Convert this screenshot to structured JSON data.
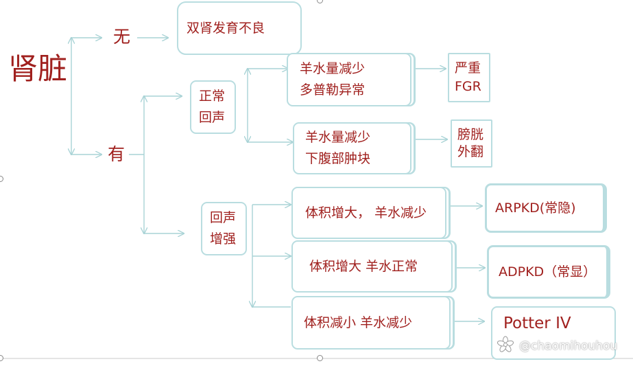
{
  "colors": {
    "text": "#a0201e",
    "border": "#b9dde0",
    "line": "#a9d3d6"
  },
  "root": "肾脏",
  "branches": {
    "none": "无",
    "has": "有"
  },
  "nodes": {
    "bilateral_agenesis": "双肾发育不良",
    "normal_echo": [
      "正常",
      "回声"
    ],
    "enhanced_echo": [
      "回声",
      "增强"
    ],
    "oligo_doppler": [
      "羊水量减少",
      "多普勒异常"
    ],
    "severe_fgr": [
      "严重",
      "FGR"
    ],
    "oligo_mass": [
      "羊水量减少",
      "下腹部肿块"
    ],
    "bladder_exstrophy": [
      "膀胱",
      "外翻"
    ],
    "enlarged_oligo": "体积增大，  羊水减少",
    "arpkd": "ARPKD(常隐)",
    "enlarged_normal": "体积增大   羊水正常",
    "adpkd": "ADPKD（常显）",
    "reduced_oligo": "体积减小 羊水减少",
    "potter": "Potter IV"
  },
  "watermark": "@chaomihouhou"
}
